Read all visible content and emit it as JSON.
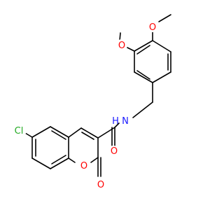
{
  "molecule": {
    "atoms": {
      "o_methoxy_top": "O",
      "o_methoxy_mid": "O",
      "n_amide": "N",
      "h_amide": "H",
      "cl": "Cl",
      "o_amide": "O",
      "o_ring": "O",
      "o_lactone": "O"
    }
  },
  "colors": {
    "bond": "#000000",
    "N": "#1a1aff",
    "O": "#ff0000",
    "Cl": "#22aa22"
  }
}
